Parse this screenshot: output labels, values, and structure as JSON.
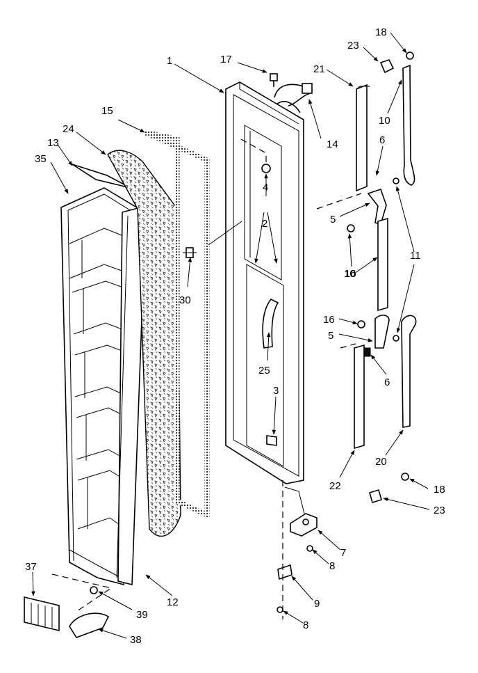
{
  "callouts": [
    {
      "id": "1",
      "label": "1"
    },
    {
      "id": "2",
      "label": "2"
    },
    {
      "id": "3",
      "label": "3"
    },
    {
      "id": "4",
      "label": "4"
    },
    {
      "id": "5a",
      "label": "5"
    },
    {
      "id": "5b",
      "label": "5"
    },
    {
      "id": "6a",
      "label": "6"
    },
    {
      "id": "6b",
      "label": "6"
    },
    {
      "id": "7",
      "label": "7"
    },
    {
      "id": "8a",
      "label": "8"
    },
    {
      "id": "8b",
      "label": "8"
    },
    {
      "id": "9",
      "label": "9"
    },
    {
      "id": "10a",
      "label": "10"
    },
    {
      "id": "10b",
      "label": "10"
    },
    {
      "id": "11",
      "label": "11"
    },
    {
      "id": "12",
      "label": "12"
    },
    {
      "id": "13",
      "label": "13"
    },
    {
      "id": "14",
      "label": "14"
    },
    {
      "id": "15",
      "label": "15"
    },
    {
      "id": "16a",
      "label": "16"
    },
    {
      "id": "16b",
      "label": "16"
    },
    {
      "id": "17",
      "label": "17"
    },
    {
      "id": "18a",
      "label": "18"
    },
    {
      "id": "18b",
      "label": "18"
    },
    {
      "id": "20",
      "label": "20"
    },
    {
      "id": "21",
      "label": "21"
    },
    {
      "id": "22",
      "label": "22"
    },
    {
      "id": "23a",
      "label": "23"
    },
    {
      "id": "23b",
      "label": "23"
    },
    {
      "id": "24",
      "label": "24"
    },
    {
      "id": "25",
      "label": "25"
    },
    {
      "id": "30",
      "label": "30"
    },
    {
      "id": "35",
      "label": "35"
    },
    {
      "id": "37",
      "label": "37"
    },
    {
      "id": "38",
      "label": "38"
    },
    {
      "id": "39",
      "label": "39"
    }
  ]
}
